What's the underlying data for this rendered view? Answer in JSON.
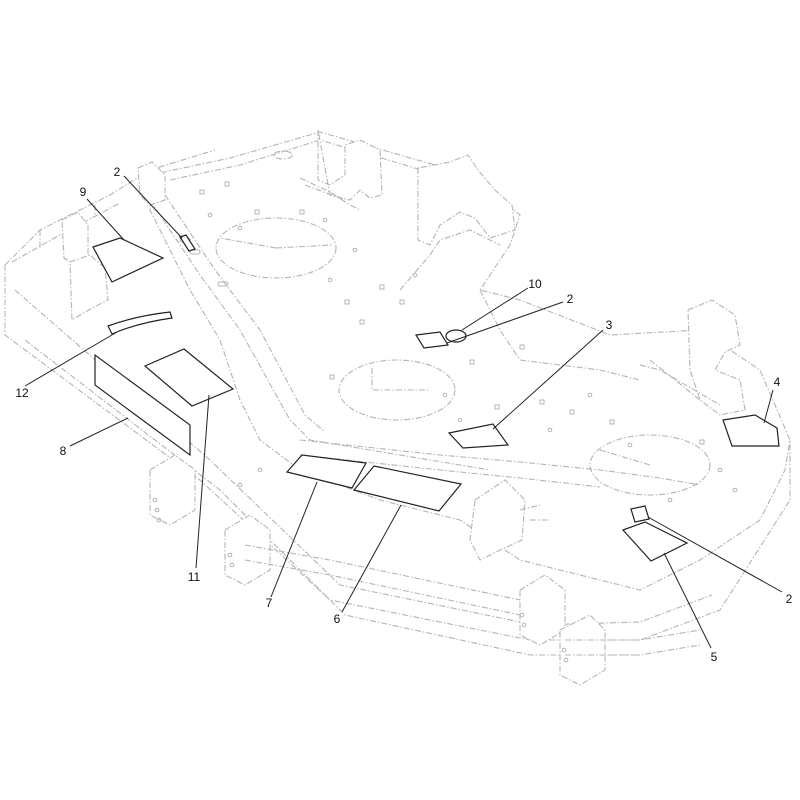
{
  "figure": {
    "background": "#ffffff",
    "ghost_color": "#b4b4b4",
    "decal_color": "#222222"
  },
  "callouts": {
    "c1": "2",
    "c2": "9",
    "c3": "10",
    "c4": "2",
    "c5": "3",
    "c6": "4",
    "c7": "12",
    "c8": "8",
    "c9": "11",
    "c10": "7",
    "c11": "6",
    "c12": "2",
    "c13": "5"
  }
}
